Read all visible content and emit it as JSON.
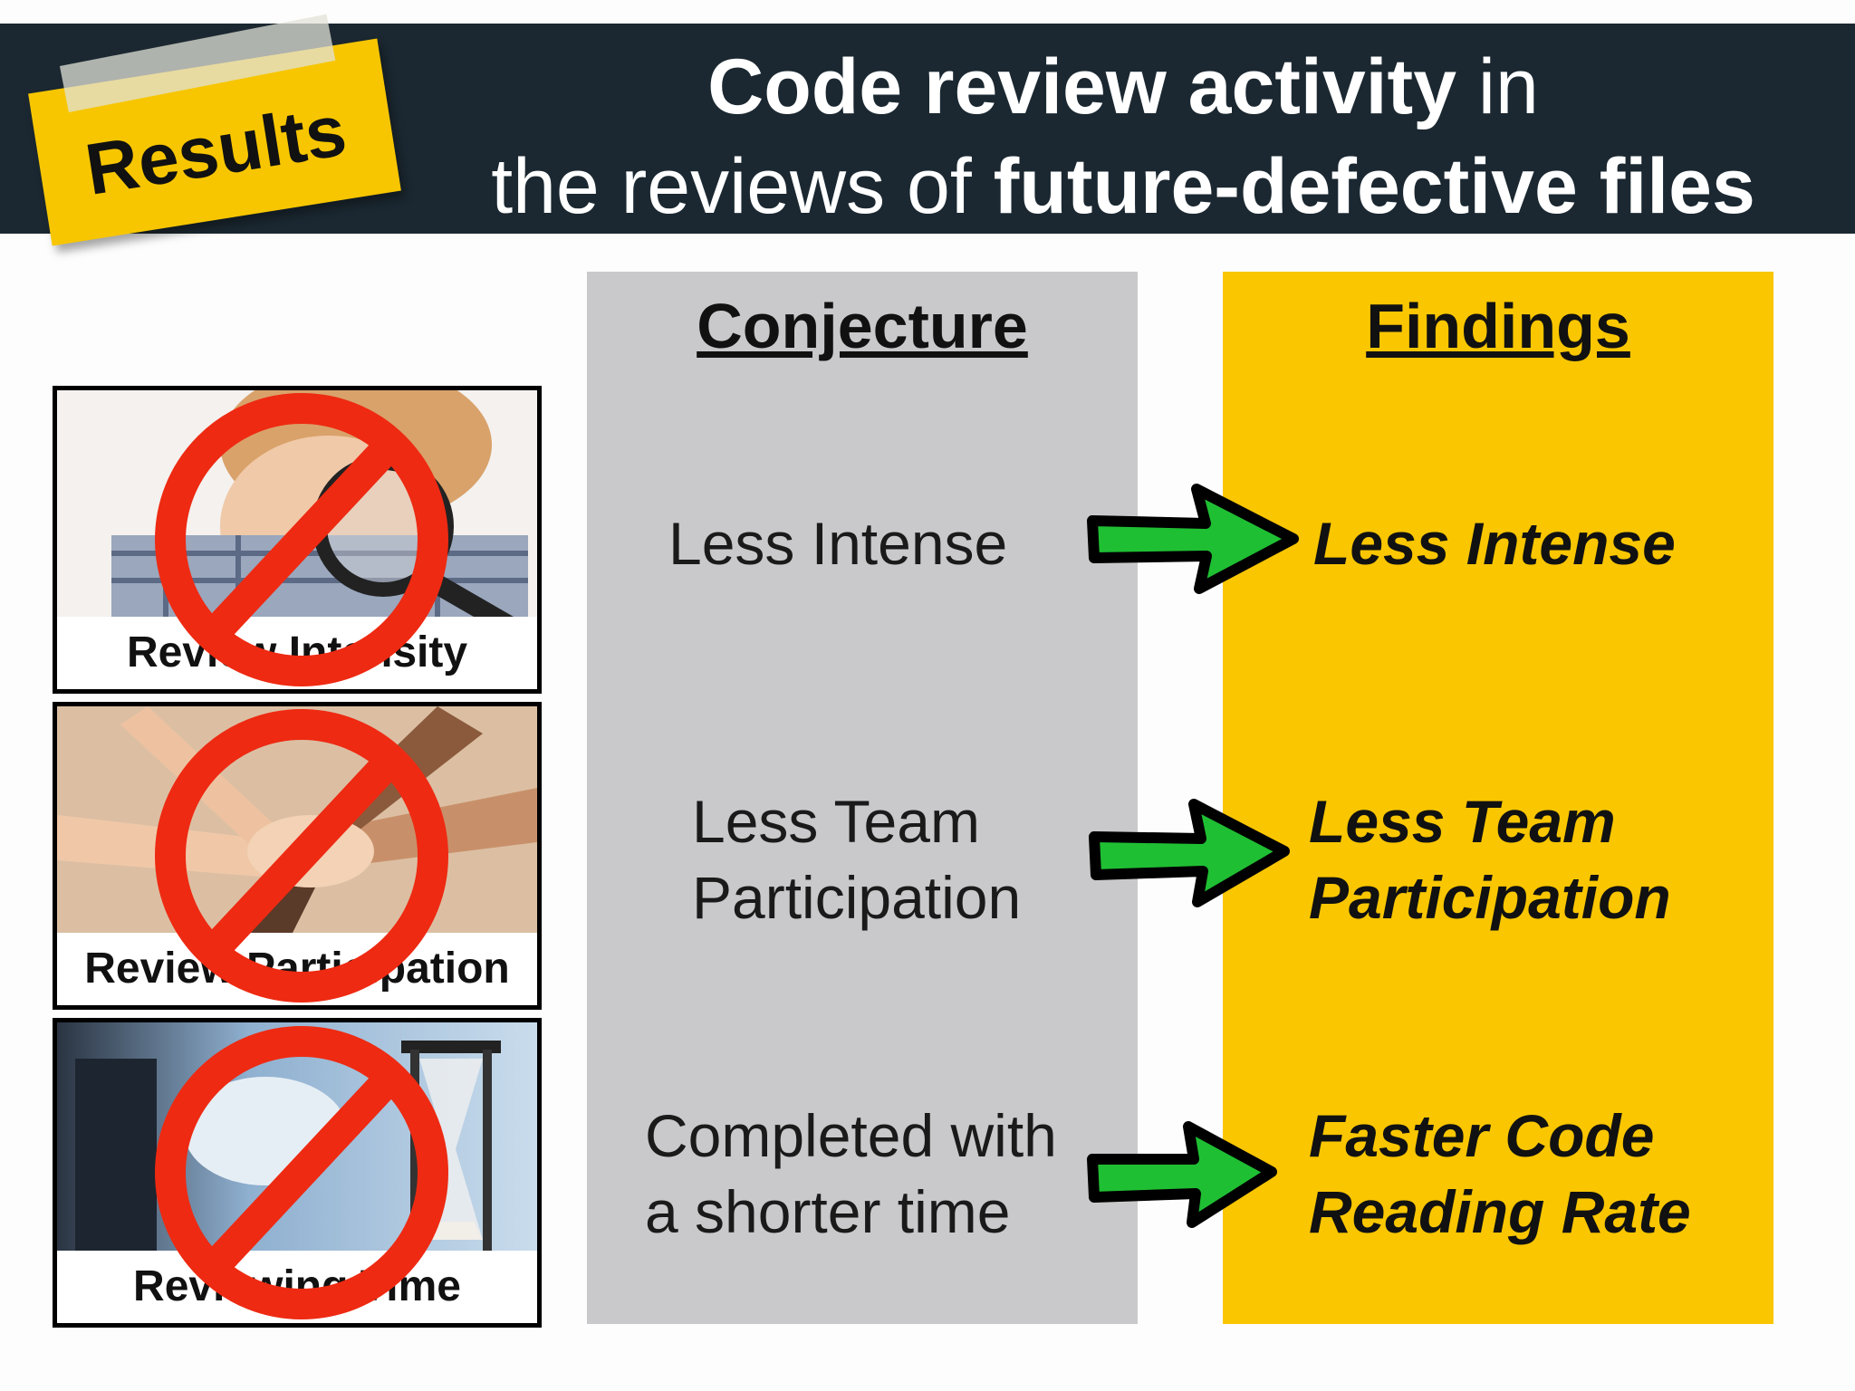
{
  "header": {
    "badge": "Results",
    "title_line1_bold": "Code review activity",
    "title_line1_rest": " in",
    "title_line2_pre": "the reviews of ",
    "title_line2_bold": "future-defective files"
  },
  "conjecture": {
    "heading": "Conjecture",
    "items": [
      {
        "line1": "Less Intense",
        "line2": ""
      },
      {
        "line1": "Less Team",
        "line2": "Participation"
      },
      {
        "line1": "Completed with",
        "line2": "a shorter time"
      }
    ]
  },
  "findings": {
    "heading": "Findings",
    "items": [
      {
        "line1": "Less Intense",
        "line2": ""
      },
      {
        "line1": "Less Team",
        "line2": "Participation"
      },
      {
        "line1": "Faster Code",
        "line2": "Reading Rate"
      }
    ]
  },
  "cards": [
    {
      "label": "Review Intensity"
    },
    {
      "label": "Review Participation"
    },
    {
      "label": "Reviewing Time"
    }
  ],
  "colors": {
    "header_bg": "#1b2831",
    "badge": "#f7c600",
    "conjecture_bg": "#c9c8ca",
    "findings_bg": "#f9c600",
    "arrow": "#1fbf33",
    "ban": "#ee2a12"
  }
}
